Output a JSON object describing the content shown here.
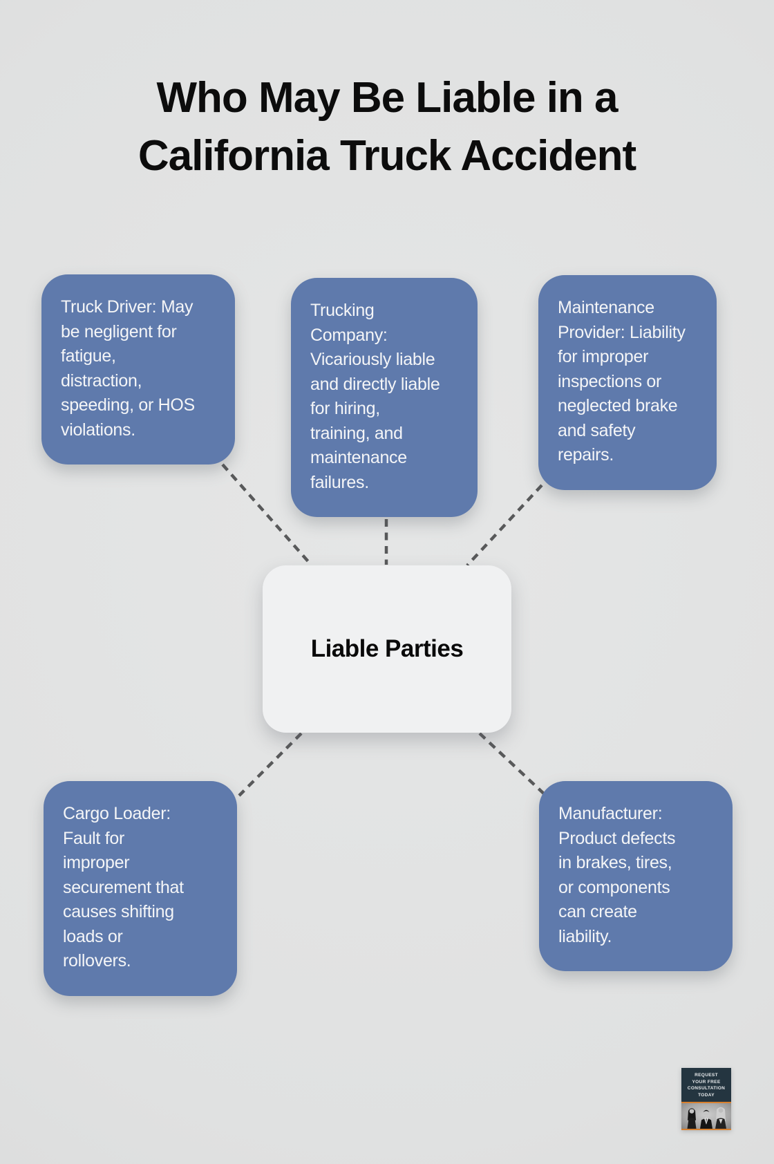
{
  "title": {
    "text": "Who May Be Liable in a\nCalifornia Truck Accident"
  },
  "center_node": {
    "label": "Liable Parties"
  },
  "liable_parties": [
    {
      "name": "Truck Driver",
      "text": "Truck Driver: May\nbe negligent for\nfatigue,\ndistraction,\nspeeding, or HOS\nviolations."
    },
    {
      "name": "Trucking Company",
      "text": "Trucking\nCompany:\nVicariously liable\nand directly liable\nfor hiring,\ntraining, and\nmaintenance\nfailures."
    },
    {
      "name": "Maintenance Provider",
      "text": "Maintenance\nProvider: Liability\nfor improper\ninspections or\nneglected brake\nand safety\nrepairs."
    },
    {
      "name": "Cargo Loader",
      "text": "Cargo Loader:\nFault for\nimproper\nsecurement that\ncauses shifting\nloads or\nrollovers."
    },
    {
      "name": "Manufacturer",
      "text": "Manufacturer:\nProduct defects\nin brakes, tires,\nor components\ncan create\nliability."
    }
  ],
  "badge": {
    "cta_text": "REQUEST\nYOUR FREE\nCONSULTATION\nTODAY"
  },
  "colors": {
    "card_blue": "#5f7aac",
    "card_text": "#f4f5f7",
    "background": "#e0e1e1",
    "center_node_bg": "#f0f1f2",
    "title_text": "#0c0c0c",
    "connector": "#58595a",
    "badge_bg": "#243540",
    "badge_accent": "#d8802e"
  }
}
